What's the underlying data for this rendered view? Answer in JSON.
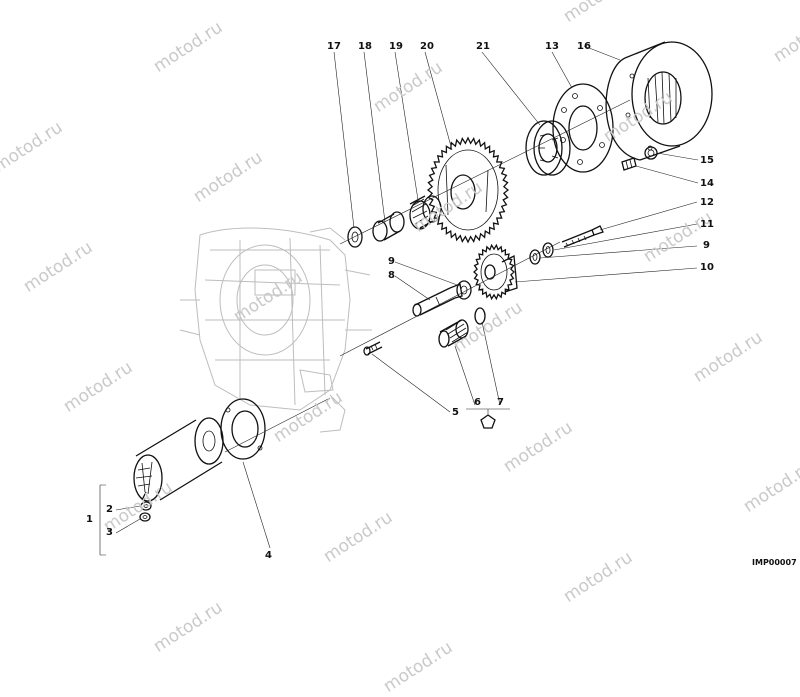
{
  "watermark": "motod.ru",
  "drawing_code": "IMP00007",
  "callouts": [
    "17",
    "18",
    "19",
    "20",
    "21",
    "13",
    "16",
    "15",
    "14",
    "12",
    "11",
    "9",
    "10",
    "9",
    "8",
    "5",
    "6",
    "7",
    "1",
    "2",
    "3",
    "4"
  ],
  "colors": {
    "line": "#111111",
    "ghost": "#bdbdbd",
    "watermark": "#c9c9c9"
  }
}
